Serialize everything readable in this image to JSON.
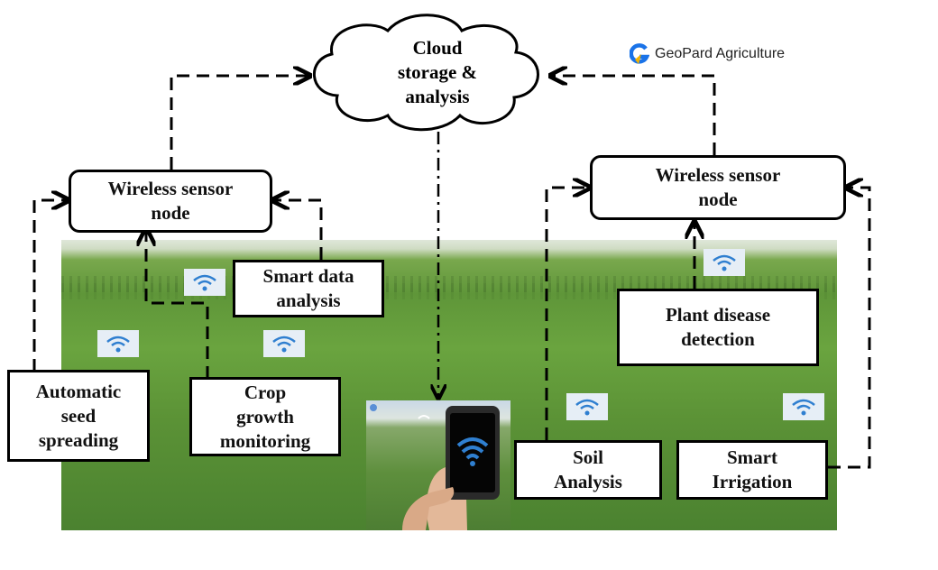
{
  "brand": {
    "name": "GeoPard Agriculture"
  },
  "nodes": {
    "cloud": "Cloud\nstorage &\nanalysis",
    "sensor_left": "Wireless sensor\nnode",
    "sensor_right": "Wireless sensor\nnode",
    "smart_data": "Smart data\nanalysis",
    "auto_seed": "Automatic\nseed\nspreading",
    "crop_growth": "Crop\ngrowth\nmonitoring",
    "plant_disease": "Plant disease\ndetection",
    "soil": "Soil\nAnalysis",
    "irrigation": "Smart\nIrrigation"
  },
  "colors": {
    "field_green": "#5f9639",
    "wifi_blue": "#2f7fd0",
    "logo_blue": "#1a73e8",
    "logo_yellow": "#f4b400"
  },
  "icons": [
    "wifi-icon",
    "smartphone-icon",
    "geopard-logo-icon"
  ]
}
